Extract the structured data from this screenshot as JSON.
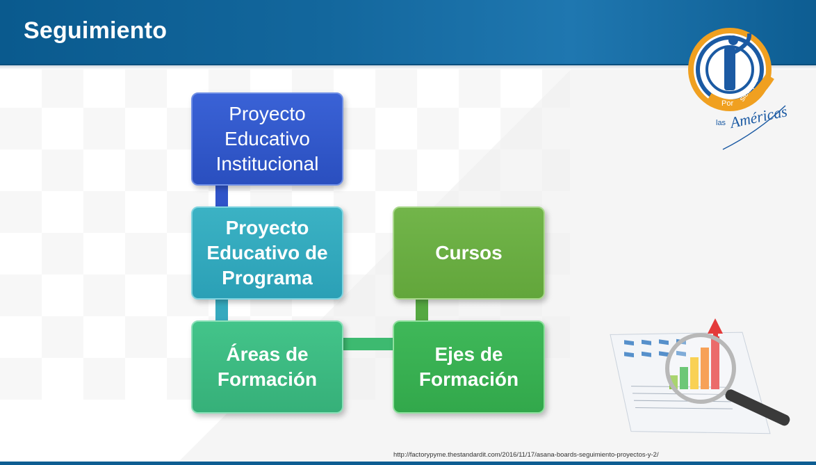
{
  "slide": {
    "title": "Seguimiento",
    "source_url": "http://factorypyme.thestandardit.com/2016/11/17/asana-boards-seguimiento-proyectos-y-2/"
  },
  "logo": {
    "text_por": "Por",
    "text_siempre": "siempre",
    "text_las": "las",
    "text_americas": "Américas",
    "colors": {
      "ring": "#1b5aa3",
      "accent": "#f0a020"
    }
  },
  "diagram": {
    "nodes": [
      {
        "id": "pei",
        "lines": [
          "Proyecto",
          "Educativo",
          "Institucional"
        ],
        "color": "#2f57c9"
      },
      {
        "id": "pep",
        "lines": [
          "Proyecto",
          "Educativo de",
          "Programa"
        ],
        "color": "#33a9bd"
      },
      {
        "id": "areas",
        "lines": [
          "Áreas de",
          "Formación"
        ],
        "color": "#3dba80"
      },
      {
        "id": "ejes",
        "lines": [
          "Ejes de",
          "Formación"
        ],
        "color": "#38b052"
      },
      {
        "id": "cursos",
        "lines": [
          "Cursos"
        ],
        "color": "#68ad41"
      }
    ],
    "edges": [
      [
        "pei",
        "pep"
      ],
      [
        "pep",
        "areas"
      ],
      [
        "areas",
        "ejes"
      ],
      [
        "ejes",
        "cursos"
      ]
    ]
  }
}
